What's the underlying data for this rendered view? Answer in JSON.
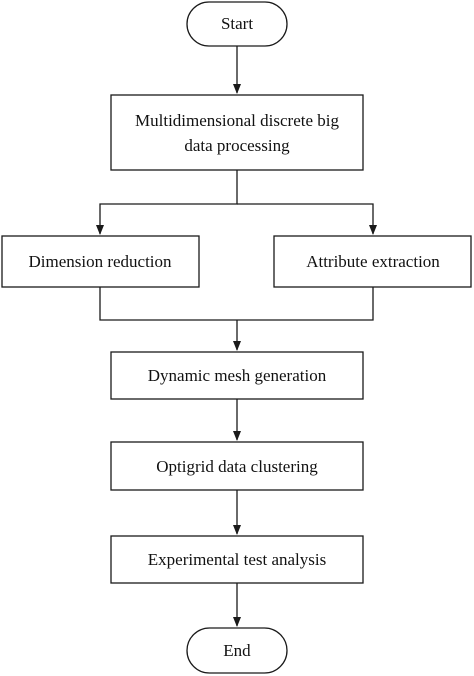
{
  "diagram": {
    "nodes": {
      "start": "Start",
      "processing_line1": "Multidimensional discrete big",
      "processing_line2": "data processing",
      "dimension_reduction": "Dimension reduction",
      "attribute_extraction": "Attribute extraction",
      "mesh_generation": "Dynamic mesh generation",
      "clustering": "Optigrid data clustering",
      "analysis": "Experimental test analysis",
      "end": "End"
    },
    "edges": [
      [
        "start",
        "processing"
      ],
      [
        "processing",
        "dimension_reduction"
      ],
      [
        "processing",
        "attribute_extraction"
      ],
      [
        "dimension_reduction",
        "mesh_generation"
      ],
      [
        "attribute_extraction",
        "mesh_generation"
      ],
      [
        "mesh_generation",
        "clustering"
      ],
      [
        "clustering",
        "analysis"
      ],
      [
        "analysis",
        "end"
      ]
    ],
    "colors": {
      "stroke": "#1a1a1a",
      "fill": "#ffffff",
      "text": "#111111"
    }
  }
}
